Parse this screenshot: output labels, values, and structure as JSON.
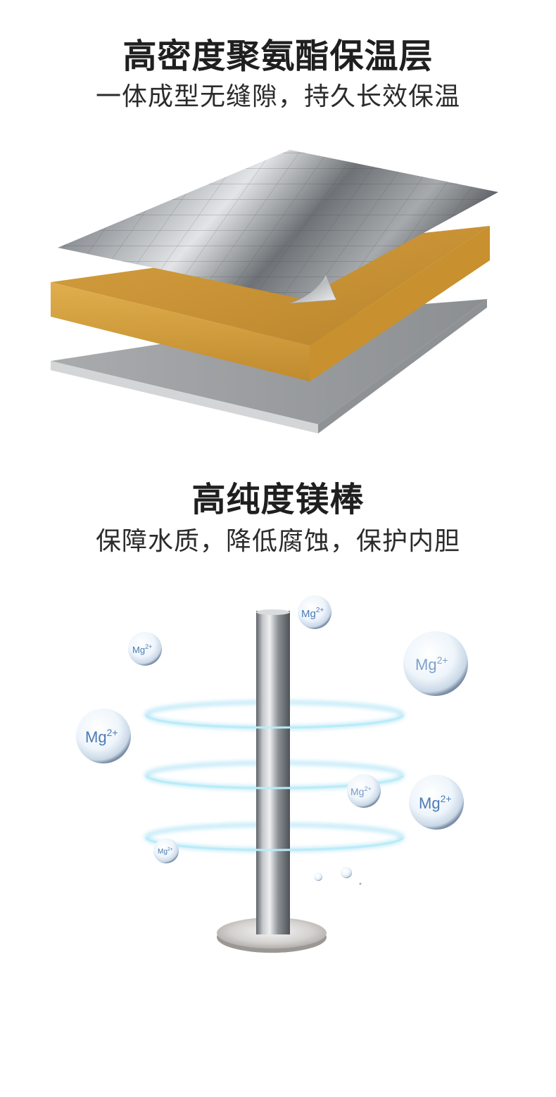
{
  "section_insulation": {
    "title": "高密度聚氨酯保温层",
    "subtitle": "一体成型无缝隙，持久长效保温"
  },
  "section_anode": {
    "title": "高纯度镁棒",
    "subtitle": "保障水质，降低腐蚀，保护内胆",
    "ion_label": "Mg",
    "ion_charge": "2+"
  },
  "colors": {
    "foam_yellow": "#d9a23a",
    "metal_gray": "#8a8d91",
    "base_gray": "#b4b6b8",
    "ring_blue": "#7fd0ee",
    "ion_text_blue": "#4d7bb5"
  }
}
